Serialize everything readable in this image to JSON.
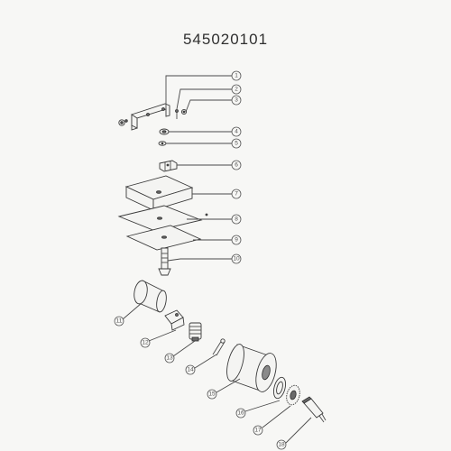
{
  "diagram": {
    "title": "545020101",
    "callouts": [
      "1",
      "2",
      "3",
      "4",
      "5",
      "6",
      "7",
      "8",
      "9",
      "10",
      "11",
      "12",
      "13",
      "14",
      "15",
      "16",
      "17",
      "18"
    ]
  }
}
